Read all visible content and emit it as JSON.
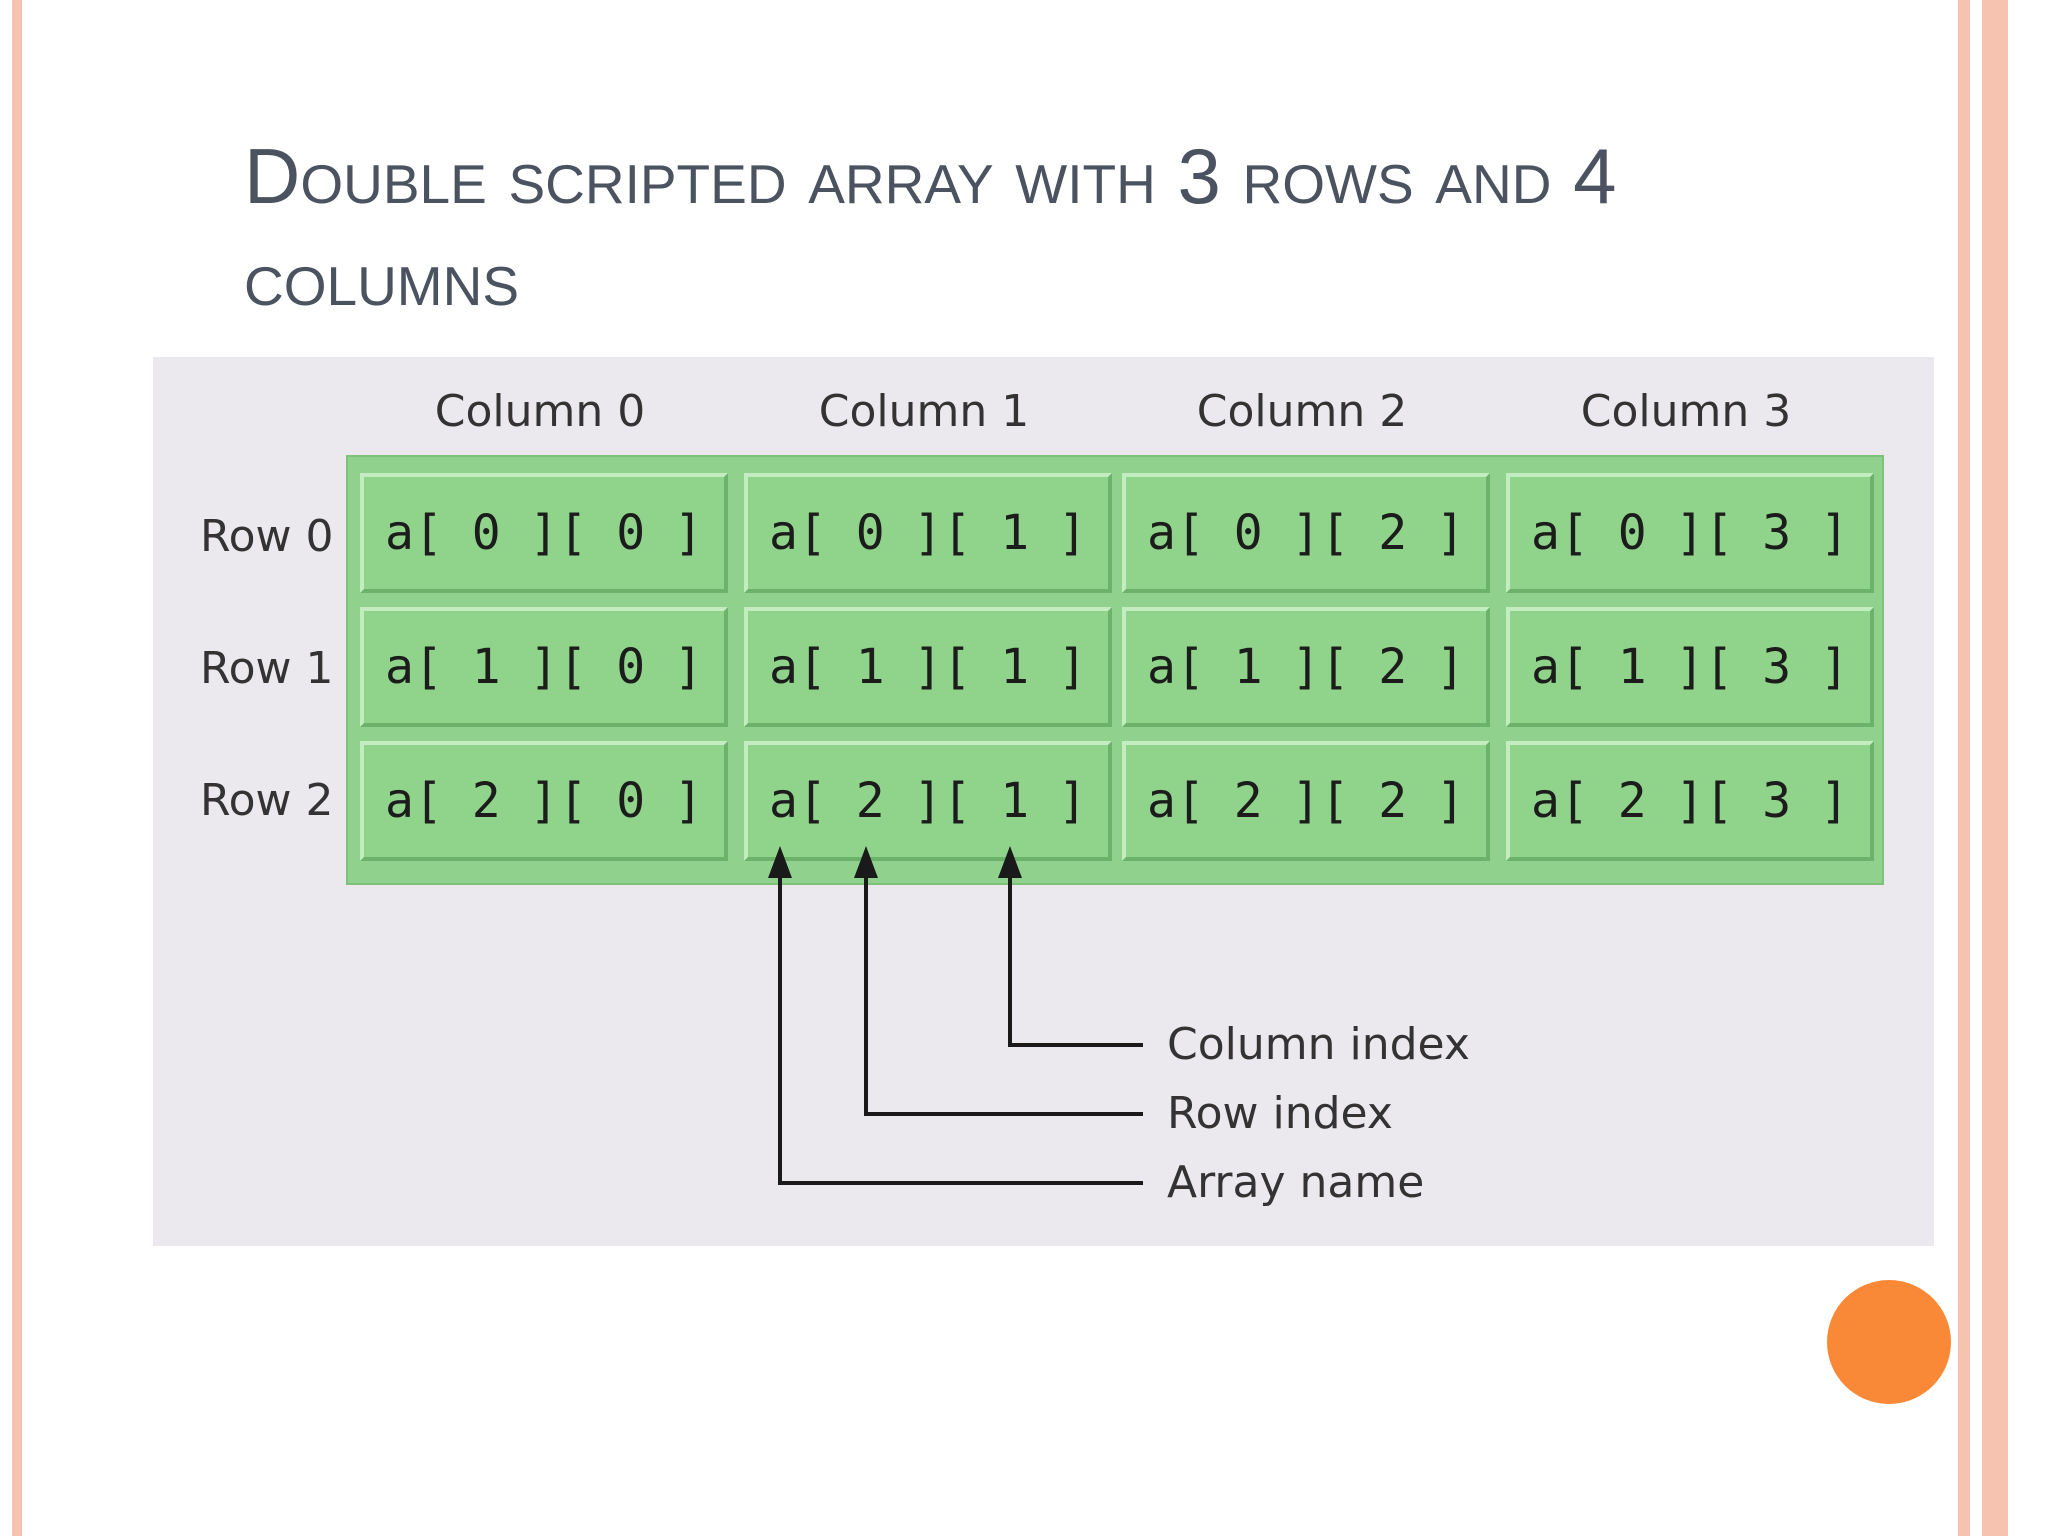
{
  "slide": {
    "title": "Double scripted array with 3 rows and 4 columns",
    "accent_color": "#fa8937",
    "border_color": "#f6c3b1"
  },
  "diagram": {
    "columns": [
      "Column 0",
      "Column 1",
      "Column 2",
      "Column 3"
    ],
    "rows": [
      "Row 0",
      "Row 1",
      "Row 2"
    ],
    "cells": [
      [
        "a[ 0 ][ 0 ]",
        "a[ 0 ][ 1 ]",
        "a[ 0 ][ 2 ]",
        "a[ 0 ][ 3 ]"
      ],
      [
        "a[ 1 ][ 0 ]",
        "a[ 1 ][ 1 ]",
        "a[ 1 ][ 2 ]",
        "a[ 1 ][ 3 ]"
      ],
      [
        "a[ 2 ][ 0 ]",
        "a[ 2 ][ 1 ]",
        "a[ 2 ][ 2 ]",
        "a[ 2 ][ 3 ]"
      ]
    ],
    "cell_color": "#90d48c",
    "annotations": {
      "column_index": "Column index",
      "row_index": "Row index",
      "array_name": "Array name"
    }
  }
}
